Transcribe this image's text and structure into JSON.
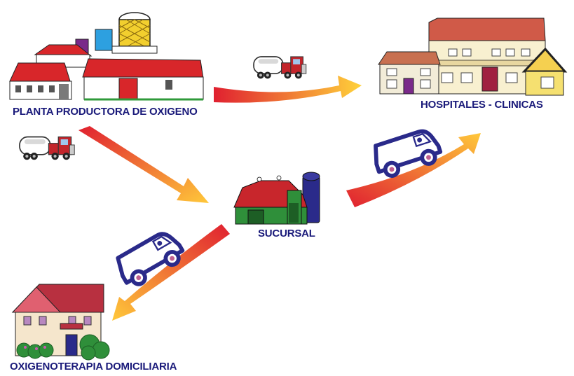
{
  "labels": {
    "plant": "PLANTA PRODUCTORA DE OXIGENO",
    "hospitals": "HOSPITALES - CLINICAS",
    "branch": "SUCURSAL",
    "home": "OXIGENOTERAPIA DOMICILIARIA"
  },
  "colors": {
    "label_text": "#1a1a7a",
    "arrow_start": "#e02030",
    "arrow_end": "#ffd23a",
    "roof_red": "#d8262a",
    "van_blue": "#2a2a8a",
    "barn_green": "#2f8f3a"
  },
  "icons": [
    "factory-icon",
    "hospital-icon",
    "barn-icon",
    "house-icon",
    "tanker-truck-icon",
    "delivery-van-icon"
  ]
}
